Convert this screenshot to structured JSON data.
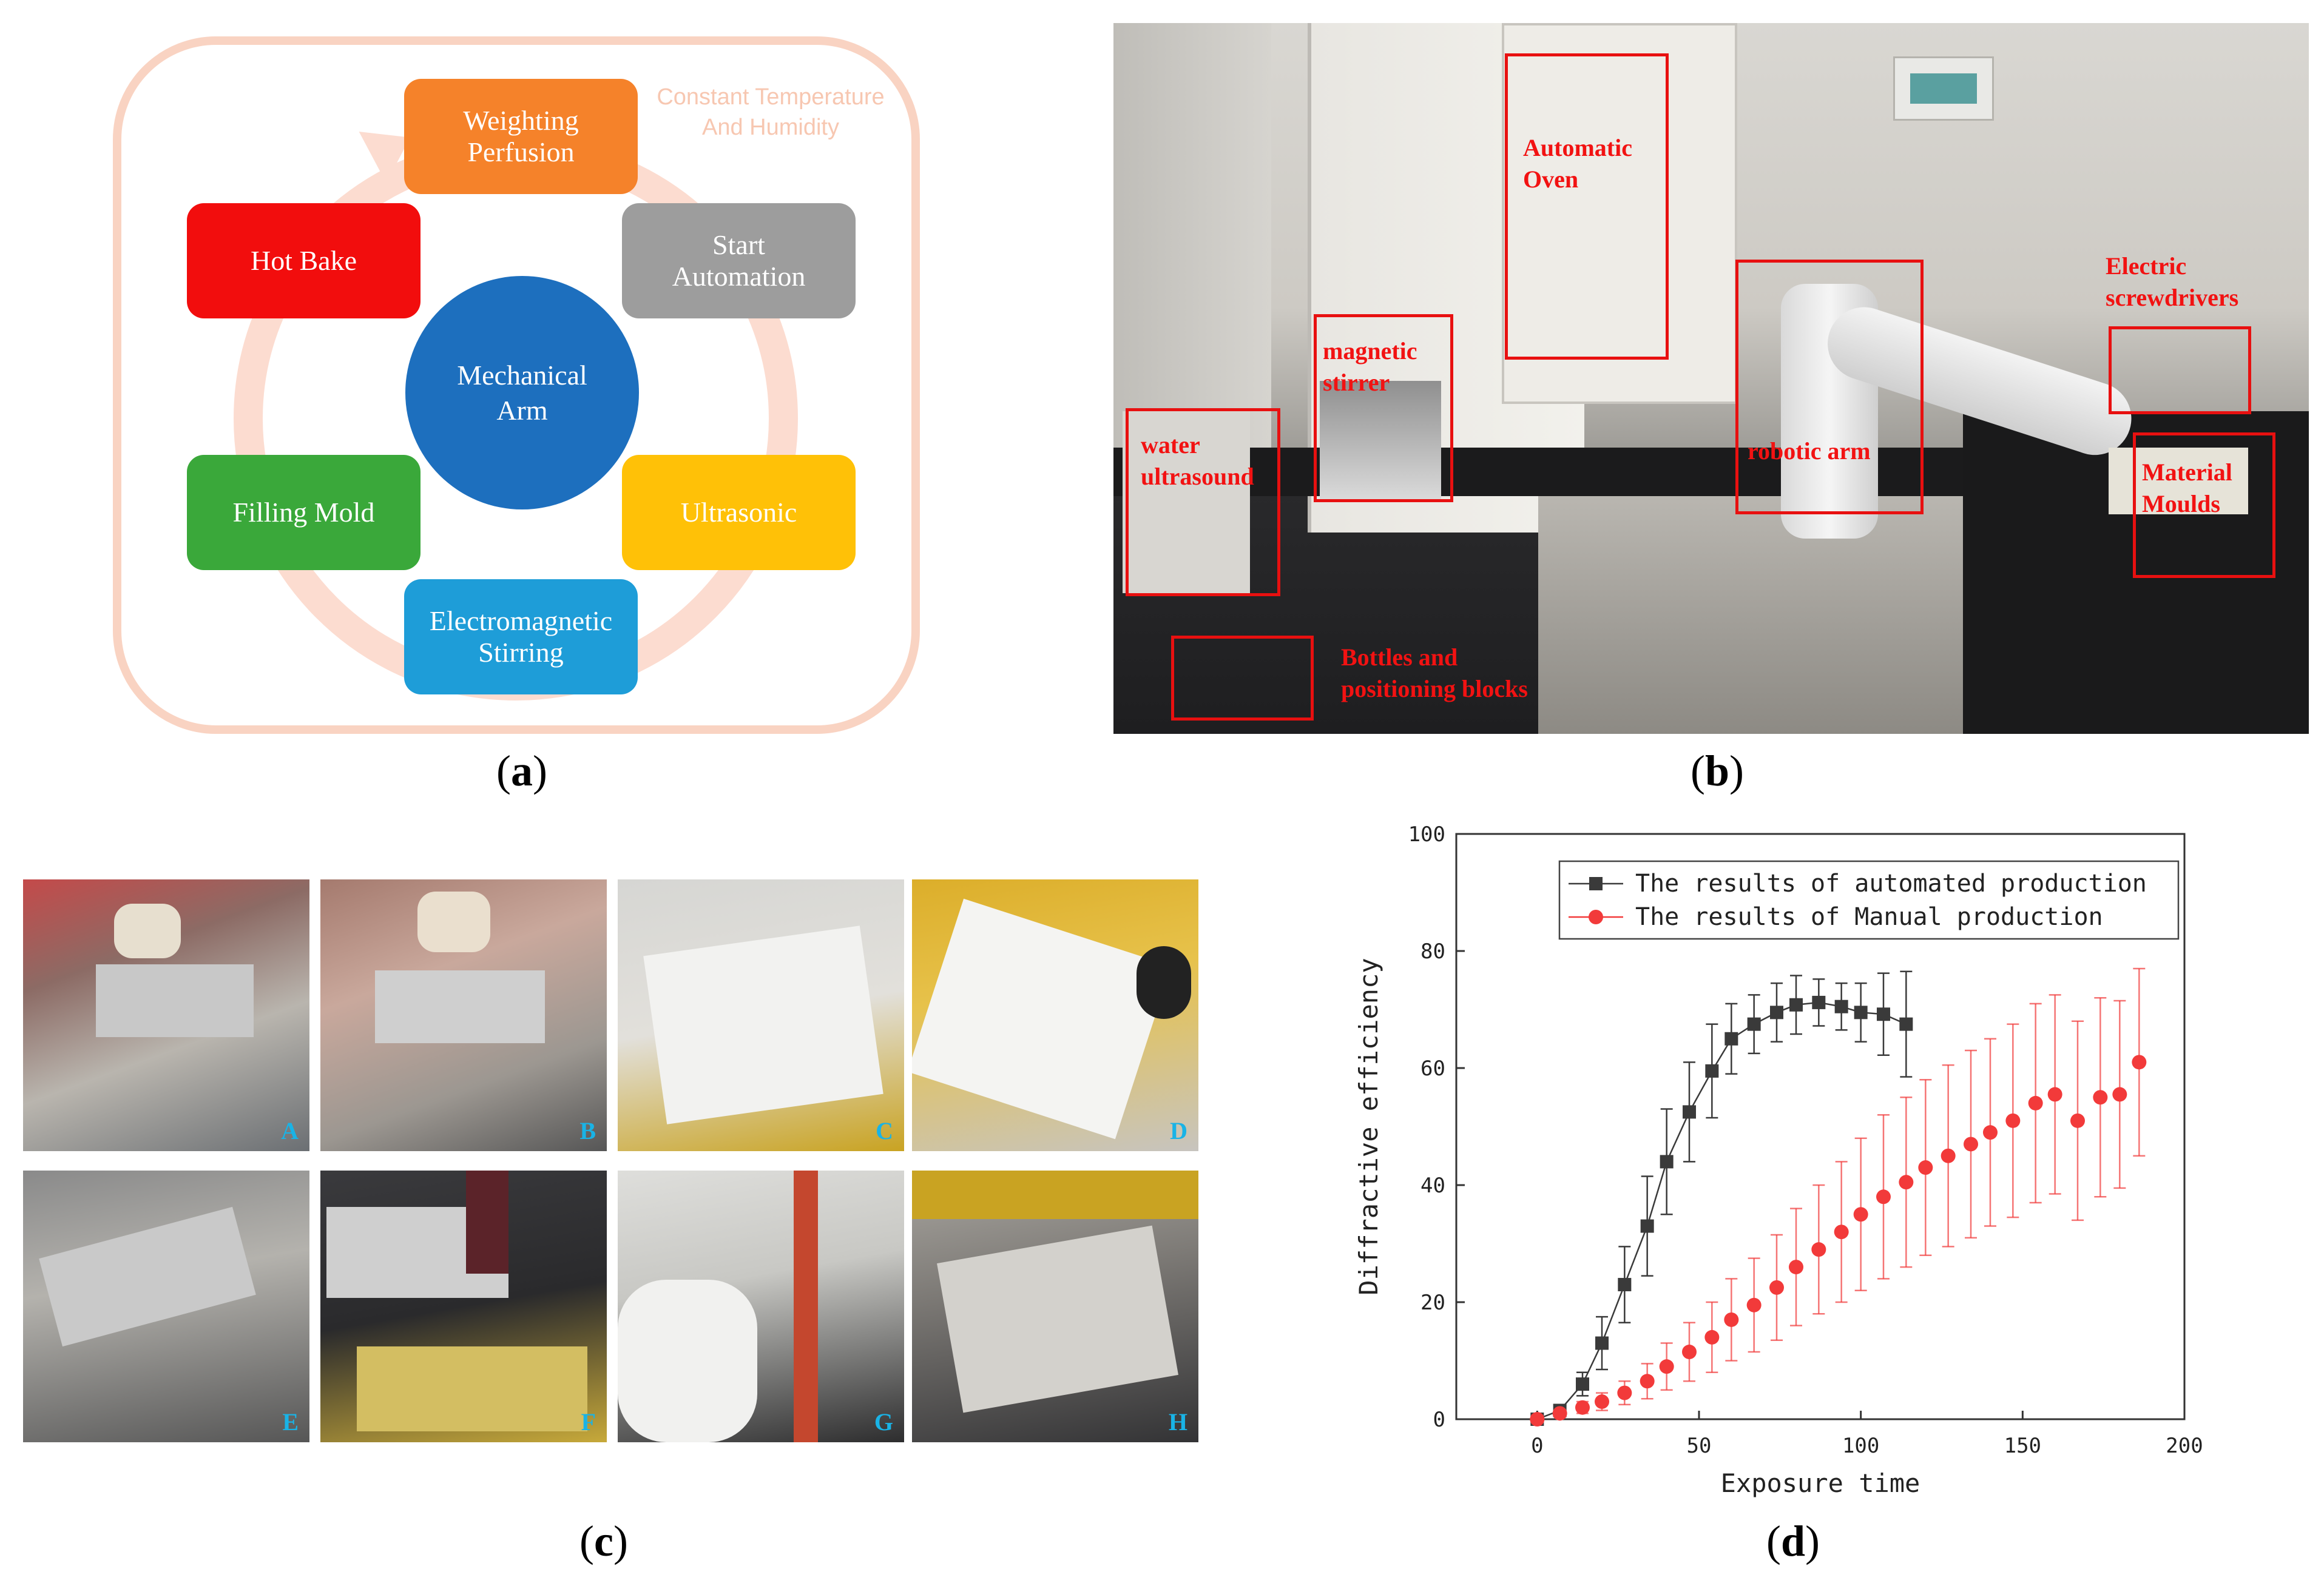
{
  "panel_labels": {
    "a": "a",
    "b": "b",
    "c": "c",
    "d": "d"
  },
  "diagram": {
    "environment_label": "Constant Temperature\nAnd Humidity",
    "center": "Mechanical\nArm",
    "nodes": {
      "weighting": "Weighting\nPerfusion",
      "start": "Start\nAutomation",
      "ultrasonic": "Ultrasonic",
      "stirring": "Electromagnetic\nStirring",
      "filling": "Filling Mold",
      "hot_bake": "Hot Bake"
    },
    "colors": {
      "weighting": "#f5822a",
      "start": "#9d9d9d",
      "ultrasonic": "#ffc107",
      "stirring": "#1e9dd8",
      "filling": "#3aa83a",
      "hot_bake": "#f20d0d",
      "center": "#1d6fbe",
      "ring": "#fcdcd0"
    }
  },
  "photo_b": {
    "labels": {
      "oven": "Automatic\nOven",
      "stirrer": "magnetic\nstirrer",
      "water": "water\nultrasound",
      "arm": "robotic arm",
      "screwdrivers": "Electric\nscrewdrivers",
      "moulds": "Material\nMoulds",
      "bottles": "Bottles and\npositioning blocks"
    }
  },
  "photo_c": {
    "cells": [
      "A",
      "B",
      "C",
      "D",
      "E",
      "F",
      "G",
      "H"
    ]
  },
  "chart_data": {
    "type": "scatter",
    "xlabel": "Exposure time",
    "ylabel": "Diffractive efficiency",
    "xlim": [
      -25,
      200
    ],
    "ylim": [
      0,
      100
    ],
    "xticks": [
      0,
      50,
      100,
      150,
      200
    ],
    "yticks": [
      0,
      20,
      40,
      60,
      80,
      100
    ],
    "legend_position": "top-right",
    "series": [
      {
        "name": "The results of automated production",
        "color": "#3a3a3a",
        "marker": "square",
        "line": true,
        "x": [
          0,
          7,
          14,
          20,
          27,
          34,
          40,
          47,
          54,
          60,
          67,
          74,
          80,
          87,
          94,
          100,
          107,
          114
        ],
        "y": [
          0,
          1.5,
          6,
          13,
          23,
          33,
          44,
          52.5,
          59.5,
          65,
          67.5,
          69.5,
          70.8,
          71.2,
          70.5,
          69.5,
          69.2,
          67.5
        ],
        "err": [
          0,
          1,
          2,
          4.5,
          6.5,
          8.5,
          9,
          8.5,
          8,
          6,
          5,
          5,
          5,
          4,
          4,
          5,
          7,
          9
        ]
      },
      {
        "name": "The results of Manual production",
        "color": "#f23a3a",
        "marker": "circle",
        "line": false,
        "x": [
          0,
          7,
          14,
          20,
          27,
          34,
          40,
          47,
          54,
          60,
          67,
          74,
          80,
          87,
          94,
          100,
          107,
          114,
          120,
          127,
          134,
          140,
          147,
          154,
          160,
          167,
          174,
          180,
          186
        ],
        "y": [
          0,
          1,
          2,
          3,
          4.5,
          6.5,
          9,
          11.5,
          14,
          17,
          19.5,
          22.5,
          26,
          29,
          32,
          35,
          38,
          40.5,
          43,
          45,
          47,
          49,
          51,
          54,
          55.5,
          51,
          55,
          55.5,
          61
        ],
        "err": [
          0,
          0.5,
          1,
          1.5,
          2,
          3,
          4,
          5,
          6,
          7,
          8,
          9,
          10,
          11,
          12,
          13,
          14,
          14.5,
          15,
          15.5,
          16,
          16,
          16.5,
          17,
          17,
          17,
          17,
          16,
          16
        ]
      }
    ]
  }
}
